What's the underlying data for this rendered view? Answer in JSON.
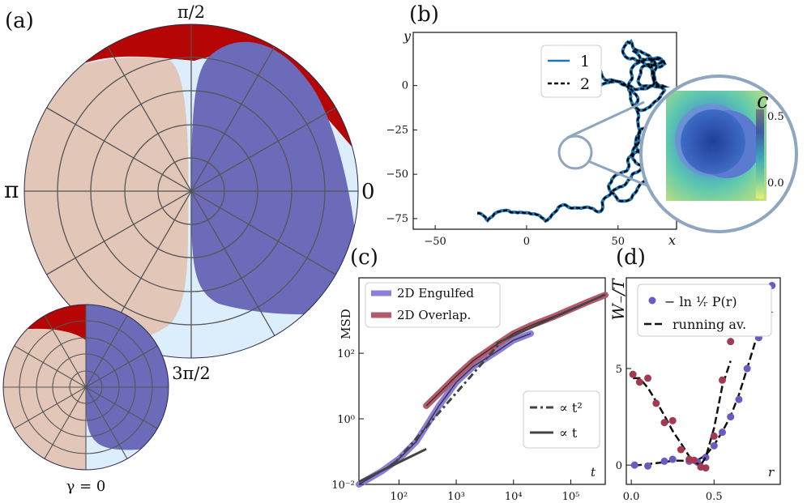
{
  "panels": {
    "a": "(a)",
    "b": "(b)",
    "c": "(c)",
    "d": "(d)"
  },
  "chart_data": [
    {
      "panel": "a",
      "type": "polar-region",
      "angle_labels": [
        "π/2",
        "π",
        "0",
        "3π/2"
      ],
      "inset_label": "γ = 0",
      "colors": {
        "red": "#b50505",
        "blue": "#6b6bba",
        "beige": "#e2c6b8",
        "light": "#dceefc",
        "grid": "#555555"
      }
    },
    {
      "panel": "b",
      "type": "line",
      "xlabel": "x",
      "ylabel": "y",
      "xticks": [
        -50,
        0,
        50
      ],
      "yticks": [
        0,
        -25,
        -50,
        -75
      ],
      "xlim": [
        -62,
        82
      ],
      "ylim": [
        -81,
        30
      ],
      "series": [
        {
          "name": "1",
          "color": "#1f77b4",
          "style": "solid"
        },
        {
          "name": "2",
          "color": "#000000",
          "style": "dashed"
        }
      ],
      "inset": {
        "label": "c",
        "colorbar_ticks": [
          "0.5",
          "0.0"
        ]
      }
    },
    {
      "panel": "c",
      "type": "line",
      "xscale": "log",
      "yscale": "log",
      "xlabel": "t",
      "ylabel": "MSD",
      "xticks": [
        "10²",
        "10³",
        "10⁴",
        "10⁵"
      ],
      "yticks": [
        "10⁻²",
        "10⁰",
        "10²"
      ],
      "xlim": [
        20,
        400000
      ],
      "ylim": [
        0.01,
        20000
      ],
      "series": [
        {
          "name": "2D Engulfed",
          "color": "#8c7fd8",
          "x": [
            20,
            50,
            100,
            200,
            300,
            500,
            1000,
            2000,
            5000,
            10000,
            20000
          ],
          "y": [
            0.01,
            0.025,
            0.06,
            0.2,
            0.6,
            2.5,
            13,
            40,
            110,
            250,
            400
          ]
        },
        {
          "name": "2D Overlap.",
          "color": "#b35a6b",
          "x": [
            300,
            500,
            1000,
            2000,
            5000,
            10000,
            20000,
            50000,
            100000,
            200000,
            400000
          ],
          "y": [
            2.5,
            6,
            20,
            60,
            180,
            400,
            700,
            1300,
            2200,
            3700,
            6000
          ]
        }
      ],
      "fit_legend": [
        "∝ t²",
        "∝ t"
      ]
    },
    {
      "panel": "d",
      "type": "scatter",
      "xlabel": "r",
      "ylabel": "W₋/T",
      "xticks": [
        0.0,
        0.5
      ],
      "yticks": [
        0,
        5
      ],
      "xlim": [
        -0.03,
        0.9
      ],
      "ylim": [
        -1.0,
        9.7
      ],
      "legend": [
        "− ln ¹⁄ᵣ P(r)",
        "running av."
      ],
      "series": [
        {
          "color": "#6a5bc0",
          "x": [
            0.02,
            0.1,
            0.2,
            0.25,
            0.35,
            0.4,
            0.45,
            0.5,
            0.55,
            0.6,
            0.65,
            0.7,
            0.77,
            0.85
          ],
          "y": [
            0.0,
            -0.05,
            0.2,
            0.3,
            0.2,
            0.15,
            0.4,
            1.0,
            1.7,
            2.5,
            3.4,
            5.0,
            6.6,
            9.3
          ]
        },
        {
          "color": "#a33a52",
          "x": [
            0.01,
            0.05,
            0.1,
            0.15,
            0.2,
            0.25,
            0.3,
            0.35,
            0.38,
            0.42,
            0.45,
            0.5,
            0.55,
            0.6
          ],
          "y": [
            4.7,
            4.3,
            4.5,
            3.2,
            2.2,
            2.3,
            0.8,
            0.3,
            0.25,
            -0.1,
            -0.15,
            1.5,
            4.4,
            6.4
          ]
        }
      ]
    }
  ]
}
